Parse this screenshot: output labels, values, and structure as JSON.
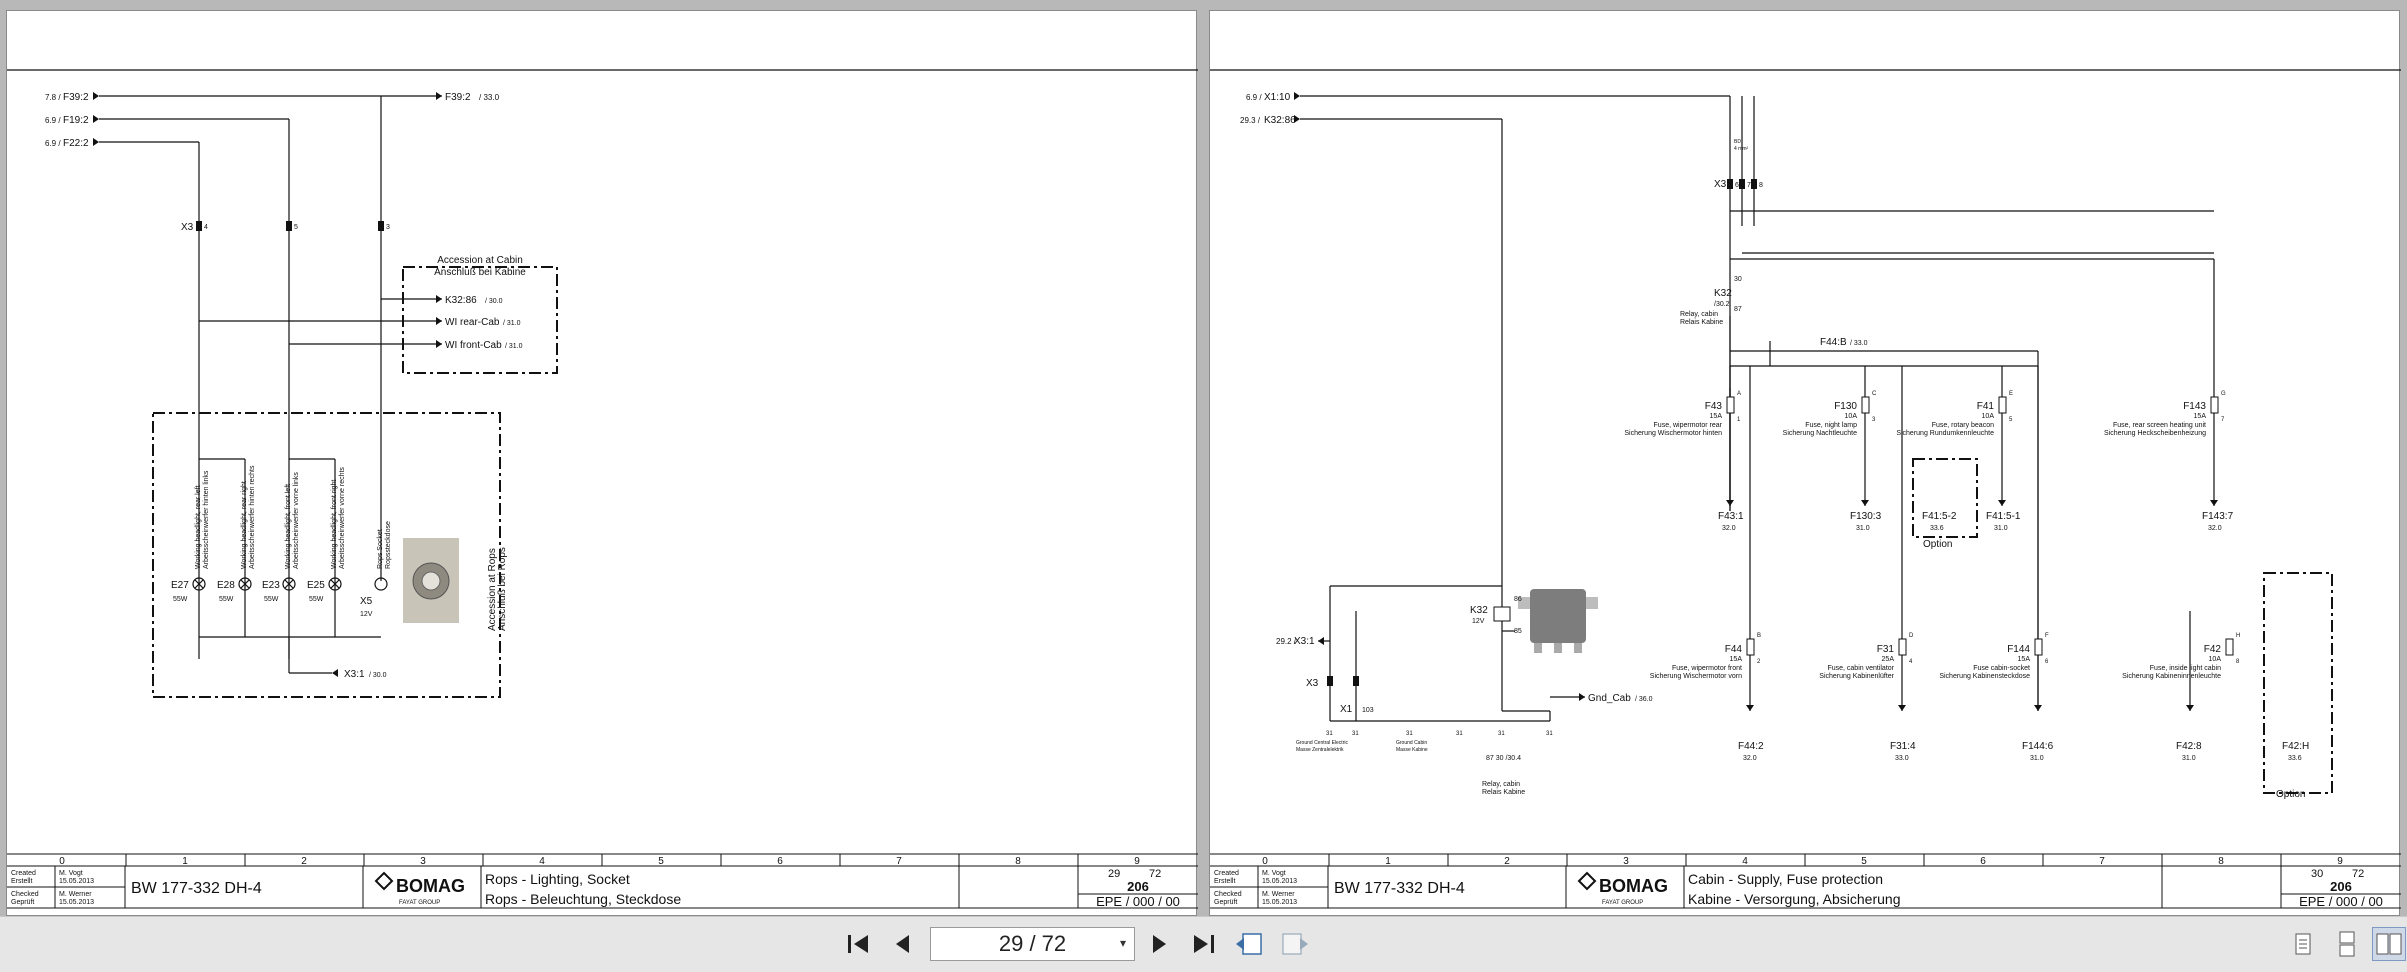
{
  "viewer": {
    "page_indicator": "29 / 72",
    "dropdown_glyph": "▾"
  },
  "pages": [
    {
      "signals": [
        "F39:2",
        "F19:2",
        "F22:2"
      ],
      "signal_refs": [
        "7.8 /",
        "6.9 /",
        "6.9 /"
      ],
      "f39_out": "F39:2",
      "f39_out_ref": "/ 33.0",
      "x3_label": "X3",
      "x3_pins": [
        "4",
        "5",
        "3"
      ],
      "accession_cabin_title": "Accession at Cabin",
      "accession_cabin_title_de": "Anschluß bei Kabine",
      "cabin_outputs": [
        {
          "label": "K32:86",
          "ref": "/ 30.0"
        },
        {
          "label": "WI rear-Cab",
          "ref": "/ 31.0"
        },
        {
          "label": "WI front-Cab",
          "ref": "/ 31.0"
        }
      ],
      "lamps": [
        {
          "id": "E27",
          "watt": "55W",
          "desc": "Working headlight, rear left",
          "desc_de": "Arbeitsscheinwerfer hinten links"
        },
        {
          "id": "E28",
          "watt": "55W",
          "desc": "Working headlight, rear right",
          "desc_de": "Arbeitsscheinwerfer hinten rechts"
        },
        {
          "id": "E23",
          "watt": "55W",
          "desc": "Working headlight, front left",
          "desc_de": "Arbeitsscheinwerfer vorne links"
        },
        {
          "id": "E25",
          "watt": "55W",
          "desc": "Working headlight, front right",
          "desc_de": "Arbeitsscheinwerfer vorne rechts"
        }
      ],
      "socket": {
        "id": "X5",
        "volt": "12V",
        "desc": "Rops Socket",
        "desc_de": "Ropssteckdose"
      },
      "accession_rops": "Accession at Rops",
      "accession_rops_de": "Anschluß bei Rops",
      "ground": "X3:1",
      "ground_ref": "/ 30.0",
      "title_block": {
        "created_label": "Created",
        "created_label_de": "Erstellt",
        "created_by": "M. Vogt",
        "created_date": "15.05.2013",
        "checked_label": "Checked",
        "checked_label_de": "Geprüft",
        "checked_by": "M. Werner",
        "checked_date": "15.05.2013",
        "model": "BW 177-332 DH-4",
        "logo": "BOMAG",
        "logo_sub": "FAYAT GROUP",
        "title_en": "Rops - Lighting, Socket",
        "title_de": "Rops - Beleuchtung, Steckdose",
        "sheet": "29",
        "of": "72",
        "doc": "206",
        "epe": "EPE / 000 / 00",
        "grid": [
          "0",
          "1",
          "2",
          "3",
          "4",
          "5",
          "6",
          "7",
          "8",
          "9"
        ]
      }
    },
    {
      "signals": [
        "X1:10",
        "K32:86"
      ],
      "signal_refs": [
        "6.9 /",
        "29.3 /"
      ],
      "x3_label": "X3",
      "x3_pins": [
        "6",
        "7",
        "8"
      ],
      "wire_label": "BD",
      "wire_size": "4 mm²",
      "relay": {
        "id": "K32",
        "ref": "/30.2",
        "desc": "Relay, cabin",
        "desc_de": "Relais Kabine",
        "pin30": "30",
        "pin87": "87"
      },
      "fuse_bus": "F44:B",
      "fuse_bus_ref": "/ 33.0",
      "fuses": [
        {
          "id": "F43",
          "amp": "15A",
          "desc": "Fuse, wipermotor rear",
          "desc_de": "Sicherung Wischermotor hinten",
          "out": "F43:1",
          "ref": "32.0",
          "pin": "A",
          "no": "1"
        },
        {
          "id": "F130",
          "amp": "10A",
          "desc": "Fuse, night lamp",
          "desc_de": "Sicherung Nachtleuchte",
          "out": "F130:3",
          "ref": "31.0",
          "pin": "C",
          "no": "3"
        },
        {
          "id": "F41",
          "amp": "10A",
          "desc": "Fuse, rotary beacon",
          "desc_de": "Sicherung Rundumkennleuchte",
          "out": "F41:5-1",
          "ref": "31.0",
          "pin": "E",
          "no": "5"
        },
        {
          "id": "F143",
          "amp": "15A",
          "desc": "Fuse, rear screen heating unit",
          "desc_de": "Sicherung Heckscheibenheizung",
          "out": "F143:7",
          "ref": "32.0",
          "pin": "G",
          "no": "7"
        },
        {
          "id": "F44",
          "amp": "15A",
          "desc": "Fuse, wipermotor front",
          "desc_de": "Sicherung Wischermotor vorn",
          "out": "F44:2",
          "ref": "32.0",
          "pin": "B",
          "no": "2"
        },
        {
          "id": "F31",
          "amp": "25A",
          "desc": "Fuse, cabin ventilator",
          "desc_de": "Sicherung Kabinenlüfter",
          "out": "F31:4",
          "ref": "33.0",
          "pin": "D",
          "no": "4"
        },
        {
          "id": "F144",
          "amp": "15A",
          "desc": "Fuse cabin-socket",
          "desc_de": "Sicherung Kabinensteckdose",
          "out": "F144:6",
          "ref": "31.0",
          "pin": "F",
          "no": "6"
        },
        {
          "id": "F42",
          "amp": "10A",
          "desc": "Fuse, inside light cabin",
          "desc_de": "Sicherung Kabineninnenleuchte",
          "out": "F42:8",
          "ref": "31.0",
          "pin": "H",
          "no": "8"
        }
      ],
      "option_outputs": [
        {
          "label": "F41:5-2",
          "ref": "33.6"
        },
        {
          "label": "F42:H",
          "ref": "33.6"
        }
      ],
      "option_label": "Option",
      "k32_coil": {
        "id": "K32",
        "volt": "12V",
        "p86": "86",
        "p85": "85"
      },
      "x3_in": "X3:1",
      "x3_in_ref": "29.2 /",
      "x1_label": "X1",
      "x1_pin": "103",
      "gnd": "Gnd_Cab",
      "gnd_ref": "/ 36.0",
      "ground_labels": [
        "Ground Central Electric",
        "Masse Zentralelektrik",
        "Ground Cabin",
        "Masse Kabine"
      ],
      "pin31": "31",
      "contact_ref": "87  30 /30.4",
      "relay_bottom": "Relay, cabin",
      "relay_bottom_de": "Relais Kabine",
      "title_block": {
        "created_label": "Created",
        "created_label_de": "Erstellt",
        "created_by": "M. Vogt",
        "created_date": "15.05.2013",
        "checked_label": "Checked",
        "checked_label_de": "Geprüft",
        "checked_by": "M. Werner",
        "checked_date": "15.05.2013",
        "model": "BW 177-332 DH-4",
        "logo": "BOMAG",
        "logo_sub": "FAYAT GROUP",
        "title_en": "Cabin - Supply, Fuse protection",
        "title_de": "Kabine - Versorgung, Absicherung",
        "sheet": "30",
        "of": "72",
        "doc": "206",
        "epe": "EPE / 000 / 00",
        "grid": [
          "0",
          "1",
          "2",
          "3",
          "4",
          "5",
          "6",
          "7",
          "8",
          "9"
        ]
      }
    }
  ]
}
